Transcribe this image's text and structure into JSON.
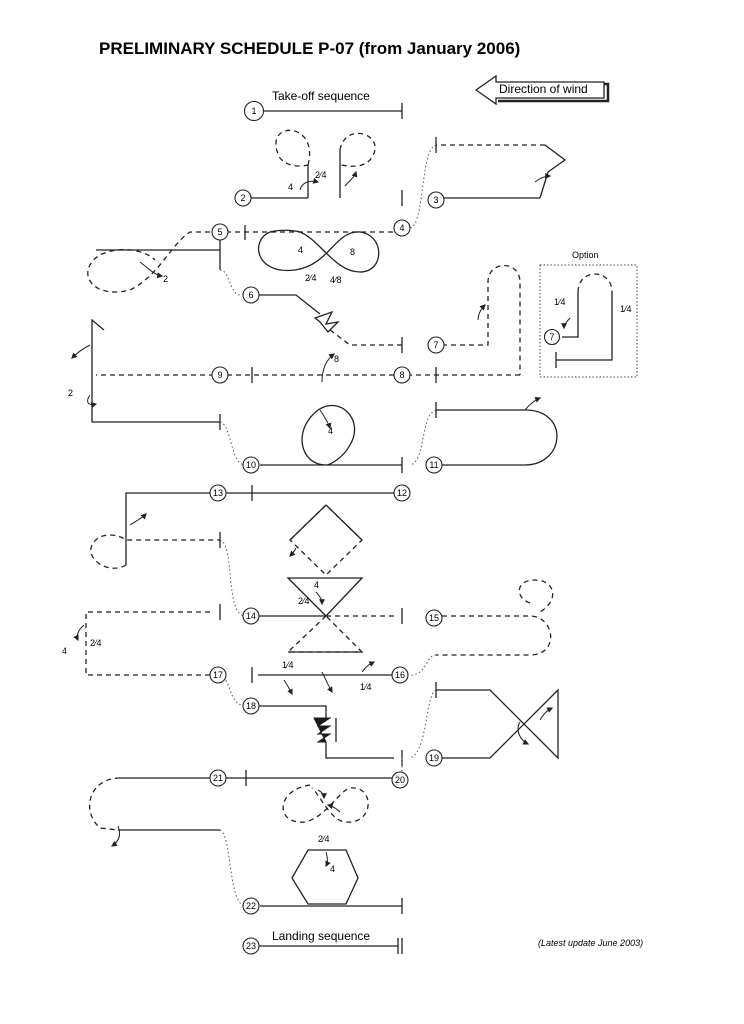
{
  "header": {
    "title": "PRELIMINARY SCHEDULE P-07 (from January 2006)",
    "wind_label": "Direction of wind"
  },
  "sequence": {
    "takeoff_label": "Take-off sequence",
    "landing_label": "Landing sequence",
    "option_label": "Option"
  },
  "figure_numbers": [
    "1",
    "2",
    "3",
    "4",
    "5",
    "6",
    "7",
    "8",
    "9",
    "10",
    "11",
    "12",
    "13",
    "14",
    "15",
    "16",
    "17",
    "18",
    "19",
    "20",
    "21",
    "22",
    "23"
  ],
  "option_number": "7",
  "roll_marks": {
    "two_four": "2⁄4",
    "one_four": "1⁄4",
    "four_eight": "4⁄8",
    "four": "4",
    "eight": "8",
    "two": "2"
  },
  "footer": {
    "update_note": "(Latest update June 2003)"
  }
}
